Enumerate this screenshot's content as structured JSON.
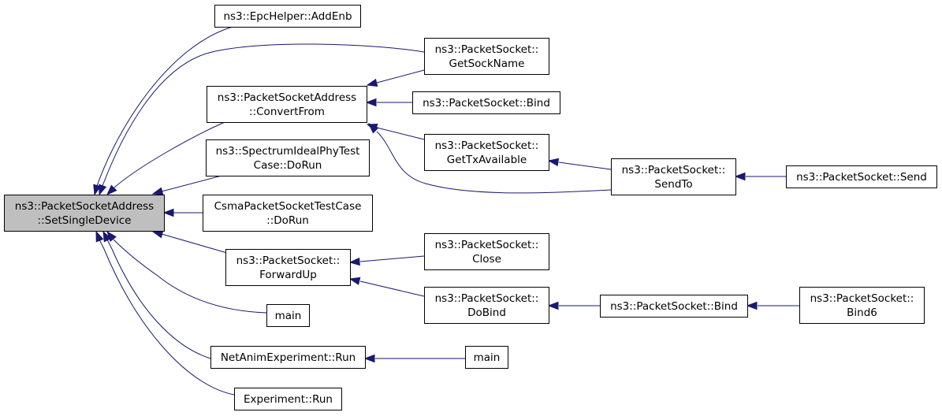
{
  "diagram": {
    "edge_color": "#191970",
    "root_fill": "#bfbfbf",
    "nodes": {
      "root": {
        "lines": [
          "ns3::PacketSocketAddress",
          "::SetSingleDevice"
        ],
        "root": true
      },
      "addEnb": {
        "lines": [
          "ns3::EpcHelper::AddEnb"
        ]
      },
      "getSockName": {
        "lines": [
          "ns3::PacketSocket::",
          "GetSockName"
        ]
      },
      "convertFrom": {
        "lines": [
          "ns3::PacketSocketAddress",
          "::ConvertFrom"
        ]
      },
      "bindA": {
        "lines": [
          "ns3::PacketSocket::Bind"
        ]
      },
      "getTxAvailable": {
        "lines": [
          "ns3::PacketSocket::",
          "GetTxAvailable"
        ]
      },
      "sendTo": {
        "lines": [
          "ns3::PacketSocket::",
          "SendTo"
        ]
      },
      "send": {
        "lines": [
          "ns3::PacketSocket::Send"
        ]
      },
      "spectrum": {
        "lines": [
          "ns3::SpectrumIdealPhyTest",
          "Case::DoRun"
        ]
      },
      "csma": {
        "lines": [
          "CsmaPacketSocketTestCase",
          "::DoRun"
        ]
      },
      "forwardUp": {
        "lines": [
          "ns3::PacketSocket::",
          "ForwardUp"
        ]
      },
      "close": {
        "lines": [
          "ns3::PacketSocket::",
          "Close"
        ]
      },
      "doBind": {
        "lines": [
          "ns3::PacketSocket::",
          "DoBind"
        ]
      },
      "bindB": {
        "lines": [
          "ns3::PacketSocket::Bind"
        ]
      },
      "bind6": {
        "lines": [
          "ns3::PacketSocket::",
          "Bind6"
        ]
      },
      "main1": {
        "lines": [
          "main"
        ]
      },
      "netanim": {
        "lines": [
          "NetAnimExperiment::Run"
        ]
      },
      "main2": {
        "lines": [
          "main"
        ]
      },
      "experiment": {
        "lines": [
          "Experiment::Run"
        ]
      }
    },
    "edges": [
      {
        "from": "addEnb",
        "to": "root"
      },
      {
        "from": "getSockName",
        "to": "root"
      },
      {
        "from": "convertFrom",
        "to": "root"
      },
      {
        "from": "spectrum",
        "to": "root"
      },
      {
        "from": "csma",
        "to": "root"
      },
      {
        "from": "forwardUp",
        "to": "root"
      },
      {
        "from": "main1",
        "to": "root"
      },
      {
        "from": "netanim",
        "to": "root"
      },
      {
        "from": "experiment",
        "to": "root"
      },
      {
        "from": "getSockName",
        "to": "convertFrom"
      },
      {
        "from": "bindA",
        "to": "convertFrom"
      },
      {
        "from": "getTxAvailable",
        "to": "convertFrom"
      },
      {
        "from": "sendTo",
        "to": "convertFrom"
      },
      {
        "from": "sendTo",
        "to": "getTxAvailable"
      },
      {
        "from": "send",
        "to": "sendTo"
      },
      {
        "from": "close",
        "to": "forwardUp"
      },
      {
        "from": "doBind",
        "to": "forwardUp"
      },
      {
        "from": "bindB",
        "to": "doBind"
      },
      {
        "from": "bind6",
        "to": "bindB"
      },
      {
        "from": "main2",
        "to": "netanim"
      }
    ]
  }
}
